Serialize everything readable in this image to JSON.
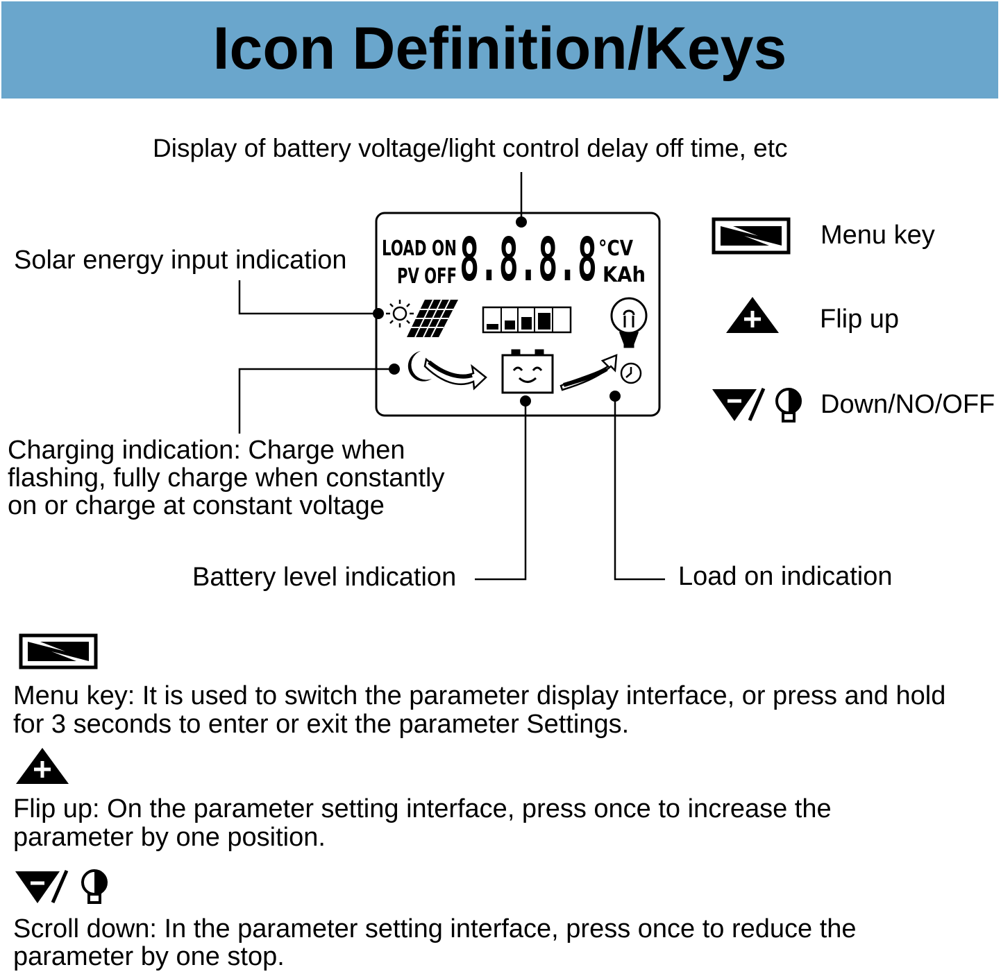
{
  "header": {
    "title": "Icon Definition/Keys"
  },
  "callouts": {
    "display": "Display of battery voltage/light control delay off time, etc",
    "solar": "Solar energy input indication",
    "charging_line1": "Charging indication: Charge when",
    "charging_line2": "flashing, fully charge when constantly",
    "charging_line3": "on or charge at constant voltage",
    "battery": "Battery level indication",
    "load": "Load on indication"
  },
  "lcd": {
    "load_on": "LOAD ON",
    "pv_off": "PV OFF",
    "digits": "8.8.8.8",
    "unit_top": "°CV",
    "unit_bottom": "KAh"
  },
  "keys": {
    "menu": "Menu key",
    "up": "Flip up",
    "down": "Down/NO/OFF"
  },
  "descriptions": {
    "menu_line1": "Menu key: It is used to switch the parameter display interface, or press and hold",
    "menu_line2": "for 3 seconds to enter or exit the parameter Settings.",
    "up_line1": "Flip up: On the parameter setting interface, press once to increase the",
    "up_line2": "parameter by one position.",
    "down_line1": "Scroll down: In the parameter setting interface, press once to reduce the",
    "down_line2": "parameter by one stop."
  },
  "icons": [
    "menu-key-icon",
    "flip-up-icon",
    "down-no-off-icon",
    "sun-icon",
    "solar-panel-icon",
    "battery-bars-icon",
    "bulb-icon",
    "moon-icon",
    "battery-face-icon",
    "clock-icon"
  ]
}
